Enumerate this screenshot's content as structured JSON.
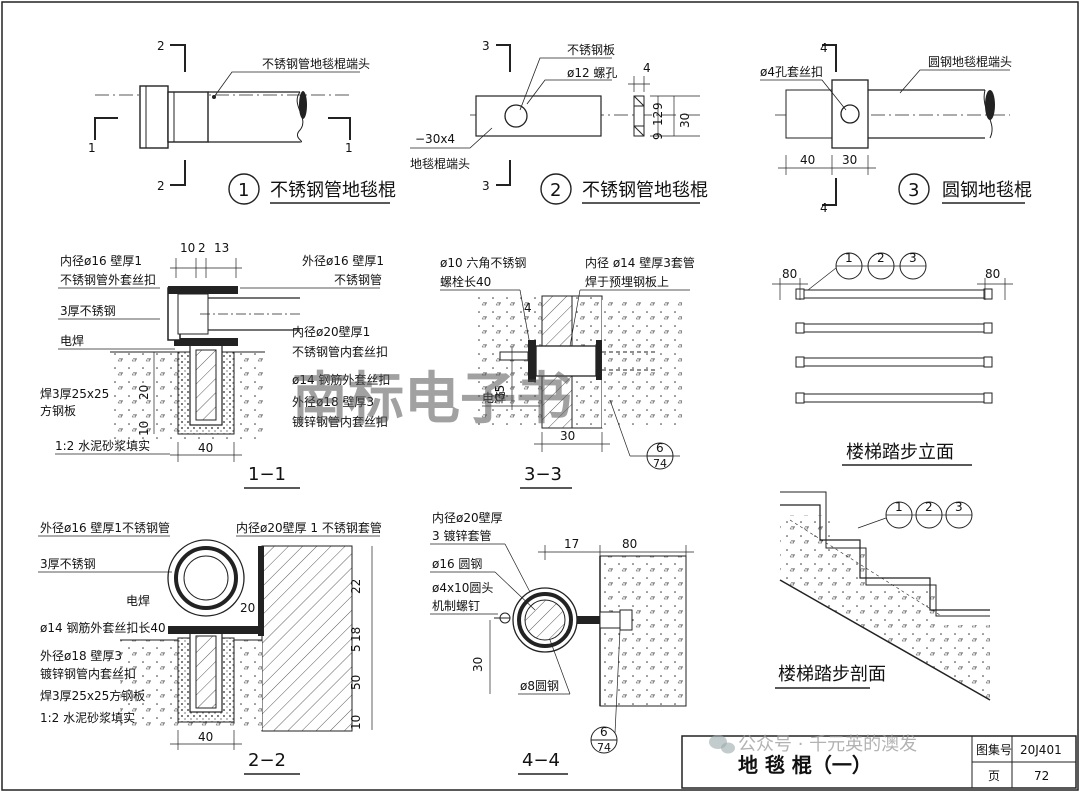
{
  "watermark": "南标电子书",
  "views": {
    "v1": {
      "num": "1",
      "title": "不锈钢管地毯棍",
      "label": "不锈钢管地毯棍端头",
      "cut_top": "2",
      "cut_bottom": "2",
      "cut_left": "1",
      "cut_right": "1"
    },
    "v2": {
      "num": "2",
      "title": "不锈钢管地毯棍",
      "label_plate": "不锈钢板",
      "label_hole": "ø12 螺孔",
      "label_flat": "−30x4",
      "label_end": "地毯棍端头",
      "cut_top": "3",
      "cut_bottom": "3",
      "dim_4": "4",
      "dim_9a": "9",
      "dim_12": "12",
      "dim_9b": "9",
      "dim_30": "30"
    },
    "v3": {
      "num": "3",
      "title": "圆钢地毯棍",
      "label_hole": "ø4孔套丝扣",
      "label_end": "圆钢地毯棍端头",
      "cut_top": "4",
      "cut_bottom": "4",
      "dim_40": "40",
      "dim_30": "30"
    }
  },
  "sections": {
    "s11": {
      "name": "1−1",
      "notes": [
        "内径ø16 壁厚1",
        "不锈钢管外套丝扣",
        "3厚不锈钢",
        "电焊",
        "焊3厚25x25",
        "方钢板",
        "1:2 水泥砂浆填实",
        "外径ø16 壁厚1",
        "不锈钢管",
        "内径ø20壁厚1",
        "不锈钢管内套丝扣",
        "ø14 钢筋外套丝扣",
        "外径ø18 壁厚3",
        "镀锌钢管内套丝扣"
      ],
      "dims": {
        "top_10": "10",
        "top_2": "2",
        "top_13": "13",
        "v_20": "20",
        "v_10": "10",
        "bottom": "40"
      }
    },
    "s33": {
      "name": "3−3",
      "notes": [
        "ø10 六角不锈钢",
        "螺栓长40",
        "内径 ø14 壁厚3套管",
        "焊于预埋钢板上",
        "电焊"
      ],
      "dims": {
        "d4": "4",
        "d35": "35",
        "d30": "30"
      },
      "ref": {
        "top": "6",
        "bottom": "74"
      }
    },
    "elev": {
      "caption": "楼梯踏步立面",
      "d80a": "80",
      "d80b": "80",
      "tags": [
        "1",
        "2",
        "3"
      ]
    },
    "prof": {
      "caption": "楼梯踏步剖面",
      "tags": [
        "1",
        "2",
        "3"
      ]
    },
    "s22": {
      "name": "2−2",
      "notes": [
        "外径ø16 壁厚1不锈钢管",
        "内径ø20壁厚 1 不锈钢套管",
        "3厚不锈钢",
        "电焊",
        "ø14 钢筋外套丝扣长40",
        "外径ø18 壁厚3",
        "镀锌钢管内套丝扣",
        "焊3厚25x25方钢板",
        "1:2 水泥砂浆填实"
      ],
      "dims": {
        "d20": "20",
        "d22": "22",
        "d18": "18",
        "d5": "5",
        "d50": "50",
        "d10": "10",
        "bottom": "40"
      }
    },
    "s44": {
      "name": "4−4",
      "notes": [
        "内径ø20壁厚",
        "3 镀锌套管",
        "ø16 圆钢",
        "ø4x10圆头",
        "机制螺钉",
        "ø8圆钢"
      ],
      "dims": {
        "d17": "17",
        "d80": "80",
        "d30": "30"
      },
      "ref": {
        "top": "6",
        "bottom": "74"
      }
    }
  },
  "title_block": {
    "title": "地 毯 棍（一）",
    "atlas_label": "图集号",
    "atlas_value": "20J401",
    "page_label": "页",
    "page_value": "72",
    "overlay": "公众号 · 千元英的澳发"
  }
}
